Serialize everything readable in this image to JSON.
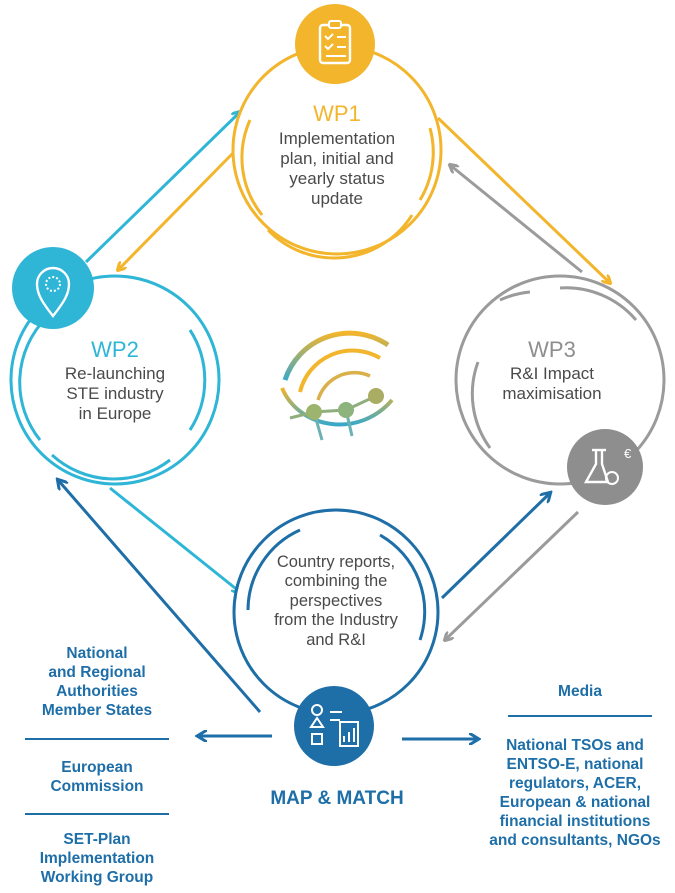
{
  "wp1": {
    "title": "WP1",
    "lines": [
      "Implementation",
      "plan, initial and",
      "yearly status",
      "update"
    ]
  },
  "wp2": {
    "title": "WP2",
    "lines": [
      "Re-launching",
      "STE industry",
      "in Europe"
    ]
  },
  "wp3": {
    "title": "WP3",
    "lines": [
      "R&I Impact",
      "maximisation"
    ]
  },
  "map_match": {
    "lines": [
      "Country reports,",
      "combining the",
      "perspectives",
      "from the Industry",
      "and R&I"
    ],
    "title": "MAP & MATCH"
  },
  "left_stakeholders": [
    {
      "lines": [
        "National",
        "and Regional",
        "Authorities",
        "Member States"
      ]
    },
    {
      "lines": [
        "European",
        "Commission"
      ]
    },
    {
      "lines": [
        "SET-Plan",
        "Implementation",
        "Working Group"
      ]
    }
  ],
  "right_stakeholders": [
    {
      "lines": [
        "Media"
      ]
    },
    {
      "lines": [
        "National TSOs and",
        "ENTSO-E, national",
        "regulators, ACER,",
        "European & national",
        "financial institutions",
        "and consultants, NGOs"
      ]
    }
  ],
  "colors": {
    "wp1": "#f2b52c",
    "wp2": "#2fb5d6",
    "wp3": "#9b9b9b",
    "map": "#1e6ea8",
    "text": "#4a4a4a"
  },
  "icons": [
    "clipboard-checklist-icon",
    "map-pin-icon",
    "flask-euro-icon",
    "report-chart-icon",
    "logo-arcs-icon"
  ]
}
